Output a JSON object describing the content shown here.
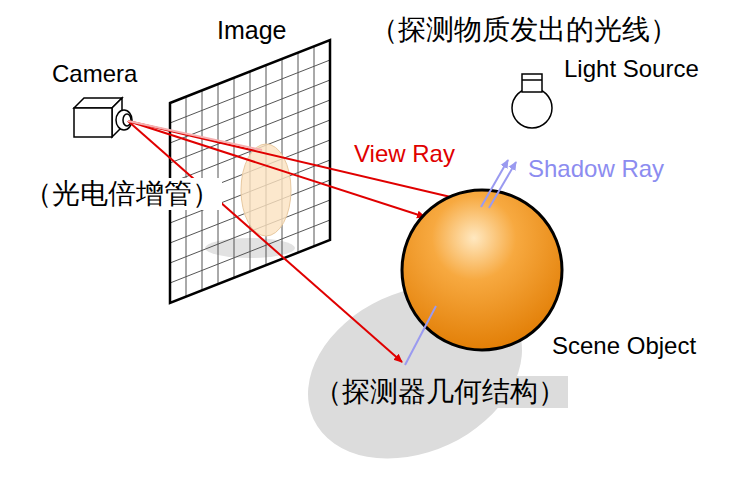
{
  "diagram": {
    "labels": [
      "Image",
      "（探测物质发出的光线）",
      "Camera",
      "Light Source",
      "View Ray",
      "Shadow Ray",
      "（光电倍增管）",
      "Scene Object",
      "（探测器几何结构）"
    ]
  }
}
